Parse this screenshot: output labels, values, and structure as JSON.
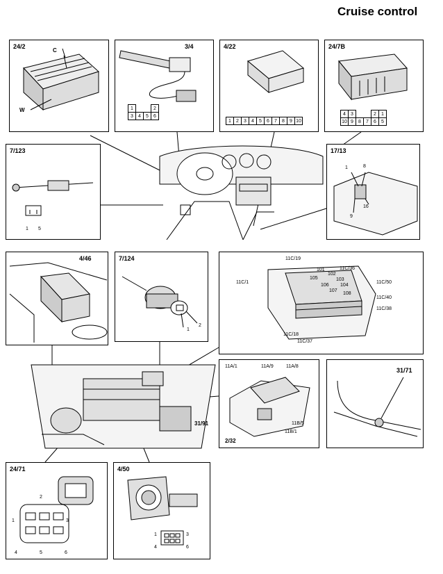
{
  "title": "Cruise control",
  "panels": {
    "p24_2": {
      "label": "24/2",
      "callouts": {
        "c": "C",
        "w": "W"
      }
    },
    "p3_4": {
      "label": "3/4",
      "pins_top": [
        "1",
        "",
        "",
        "2"
      ],
      "pins_bottom": [
        "3",
        "4",
        "5",
        "6"
      ]
    },
    "p4_22": {
      "label": "4/22",
      "pins": [
        "1",
        "2",
        "3",
        "4",
        "5",
        "6",
        "7",
        "8",
        "9",
        "10"
      ]
    },
    "p24_7b": {
      "label": "24/7B",
      "pins_top": [
        "4",
        "3",
        "",
        "",
        "2",
        "1"
      ],
      "pins_bottom": [
        "10",
        "9",
        "8",
        "7",
        "6",
        "5"
      ]
    },
    "p7_123": {
      "label": "7/123",
      "pin_a": "1",
      "pin_b": "5"
    },
    "p17_13": {
      "label": "17/13",
      "pins": {
        "p1": "1",
        "p8": "8",
        "p9": "9",
        "p16": "16"
      }
    },
    "p4_46": {
      "label": "4/46"
    },
    "p7_124": {
      "label": "7/124",
      "pin_a": "1",
      "pin_b": "2"
    },
    "p11c": {
      "callouts": {
        "c19": "11C/19",
        "c36": "11C/36",
        "c1": "11C/1",
        "c50": "11C/50",
        "c40": "11C/40",
        "c38": "11C/38",
        "c18": "11C/18",
        "c37": "11C/37"
      },
      "fuses": {
        "f101": "101",
        "f102": "102",
        "f103": "103",
        "f104": "104",
        "f105": "105",
        "f106": "106",
        "f107": "107",
        "f108": "108"
      }
    },
    "p11a": {
      "callouts": {
        "a1": "11A/1",
        "a9": "11A/9",
        "a8": "11A/8",
        "b5": "11B/5",
        "b1": "11B/1"
      },
      "label_bottom": "2/32"
    },
    "p31_71": {
      "label": "31/71"
    },
    "p24_71": {
      "label": "24/71",
      "pins": {
        "p1": "1",
        "p2": "2",
        "p3": "3",
        "p4": "4",
        "p5": "5",
        "p6": "6"
      }
    },
    "p4_50": {
      "label": "4/50",
      "pins": {
        "p1": "1",
        "p3": "3",
        "p4": "4",
        "p6": "6"
      }
    }
  },
  "engine_label": "31/91"
}
